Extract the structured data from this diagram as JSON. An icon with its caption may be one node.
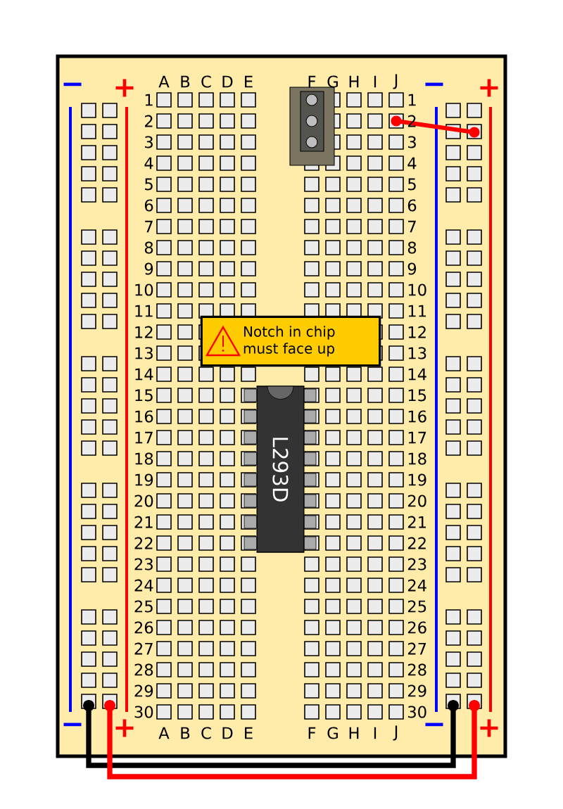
{
  "diagram": {
    "nodes": [
      {
        "text": [
          "Notch in chip must face up"
        ]
      },
      {
        "text": [
          "L293D"
        ]
      }
    ],
    "labels": [
      "−",
      "+",
      "A",
      "B",
      "C",
      "D",
      "E",
      "F",
      "G",
      "H",
      "I",
      "J",
      "−",
      "+",
      "1",
      "1",
      "2",
      "2",
      "3",
      "3",
      "4",
      "4",
      "5",
      "5",
      "6",
      "6",
      "7",
      "7",
      "8",
      "8",
      "9",
      "9",
      "10",
      "10",
      "11",
      "11",
      "12",
      "12",
      "13",
      "13",
      "14",
      "14",
      "15",
      "15",
      "16",
      "16",
      "17",
      "17",
      "18",
      "18",
      "19",
      "19",
      "20",
      "20",
      "21",
      "21",
      "22",
      "22",
      "23",
      "23",
      "24",
      "24",
      "25",
      "25",
      "26",
      "26",
      "27",
      "27",
      "28",
      "28",
      "29",
      "29",
      "30",
      "30",
      "−",
      "+",
      "A",
      "B",
      "C",
      "D",
      "E",
      "F",
      "G",
      "H",
      "I",
      "J",
      "−",
      "+"
    ]
  }
}
